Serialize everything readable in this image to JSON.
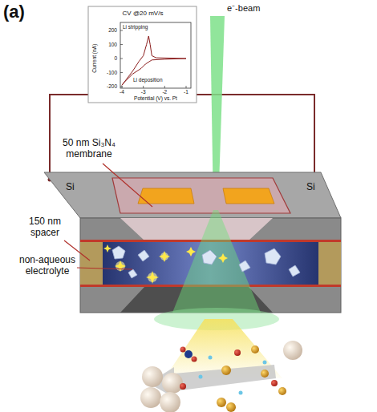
{
  "diagram": {
    "labels": [
      "(a)",
      "e⁻-beam",
      "CV @20 mV/s",
      "Li stripping",
      "Li deposition",
      "200",
      "100",
      "0",
      "-100",
      "-200",
      "-4",
      "-3",
      "-2",
      "-1",
      "Potential (V) vs. Pt",
      "Current (nA)",
      "50 nm Si₃N₄ membrane",
      "150 nm spacer",
      "non-aqueous electrolyte",
      "Si",
      "Si"
    ]
  }
}
